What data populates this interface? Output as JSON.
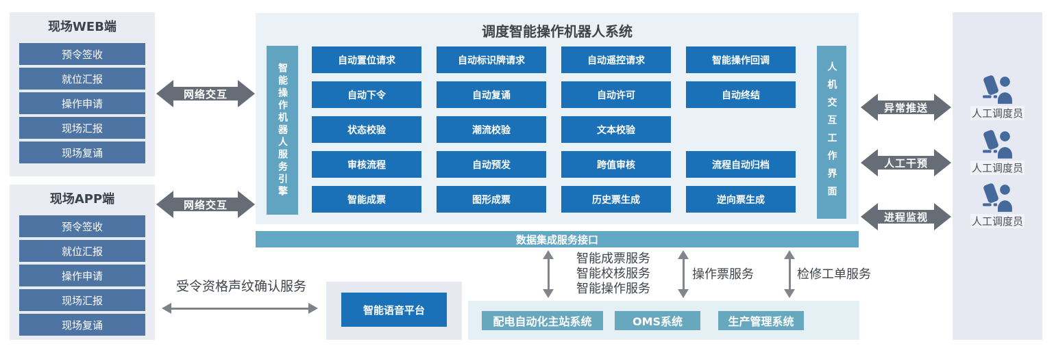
{
  "colors": {
    "button_blue": "#1b71b7",
    "teal_bar": "#61a5c2",
    "slate_item": "#4e74a4",
    "arrow_gray": "#676d76",
    "panel_light_blue": "#eaf2f7",
    "system_box_teal": "#68a8bf"
  },
  "left_panels": [
    {
      "title": "现场WEB端",
      "items": [
        "预令签收",
        "就位汇报",
        "操作申请",
        "现场汇报",
        "现场复诵"
      ]
    },
    {
      "title": "现场APP端",
      "items": [
        "预令签收",
        "就位汇报",
        "操作申请",
        "现场汇报",
        "现场复诵"
      ]
    }
  ],
  "network_arrows": [
    "网络交互",
    "网络交互"
  ],
  "main": {
    "title": "调度智能操作机器人系统",
    "left_bar": "智能操作机器人服务引擎",
    "right_bar": "人机交互工作界面",
    "grid": {
      "rows": [
        [
          "自动置位请求",
          "自动标识牌请求",
          "自动遥控请求",
          "智能操作回调"
        ],
        [
          "自动下令",
          "自动复诵",
          "自动许可",
          "自动终结"
        ],
        [
          "状态校验",
          "潮流校验",
          "文本校验"
        ],
        [
          "审核流程",
          "自动预发",
          "跨值审核",
          "流程自动归档"
        ],
        [
          "智能成票",
          "图形成票",
          "历史票生成",
          "逆向票生成"
        ]
      ]
    }
  },
  "data_bar": "数据集成服务接口",
  "right_arrows": [
    "异常推送",
    "人工干预",
    "进程监视"
  ],
  "dispatchers": [
    "人工调度员",
    "人工调度员",
    "人工调度员"
  ],
  "bottom": {
    "voice_service_label": "受令资格声纹确认服务",
    "voice_platform": "智能语音平台",
    "service_links": [
      {
        "lines": [
          "智能成票服务",
          "智能校核服务",
          "智能操作服务"
        ]
      },
      {
        "lines": [
          "操作票服务"
        ]
      },
      {
        "lines": [
          "检修工单服务"
        ]
      }
    ],
    "systems": [
      "配电自动化主站系统",
      "OMS系统",
      "生产管理系统"
    ]
  }
}
